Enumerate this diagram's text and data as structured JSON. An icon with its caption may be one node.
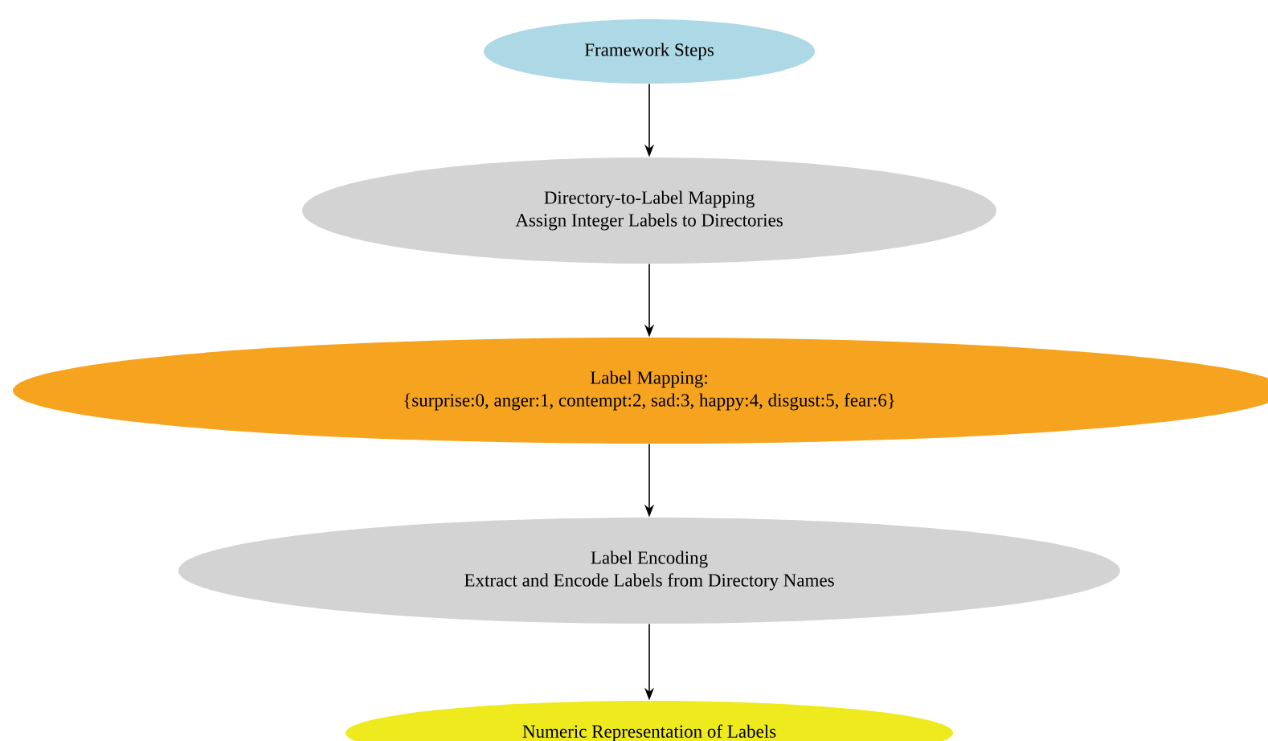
{
  "diagram": {
    "nodes": [
      {
        "text": [
          "Framework Steps"
        ]
      },
      {
        "text": [
          "Directory-to-Label Mapping",
          "Assign Integer Labels to Directories"
        ]
      },
      {
        "text": [
          "Label Mapping:",
          "{surprise:0, anger:1, contempt:2, sad:3, happy:4, disgust:5, fear:6}"
        ]
      },
      {
        "text": [
          "Label Encoding",
          "Extract and Encode Labels from Directory Names"
        ]
      },
      {
        "text": [
          "Numeric Representation of Labels"
        ]
      }
    ],
    "edges": [
      {
        "from": 0,
        "to": 1,
        "arrow": "to"
      },
      {
        "from": 1,
        "to": 2,
        "arrow": "to"
      },
      {
        "from": 2,
        "to": 3,
        "arrow": "to"
      },
      {
        "from": 3,
        "to": 4,
        "arrow": "to"
      }
    ]
  }
}
